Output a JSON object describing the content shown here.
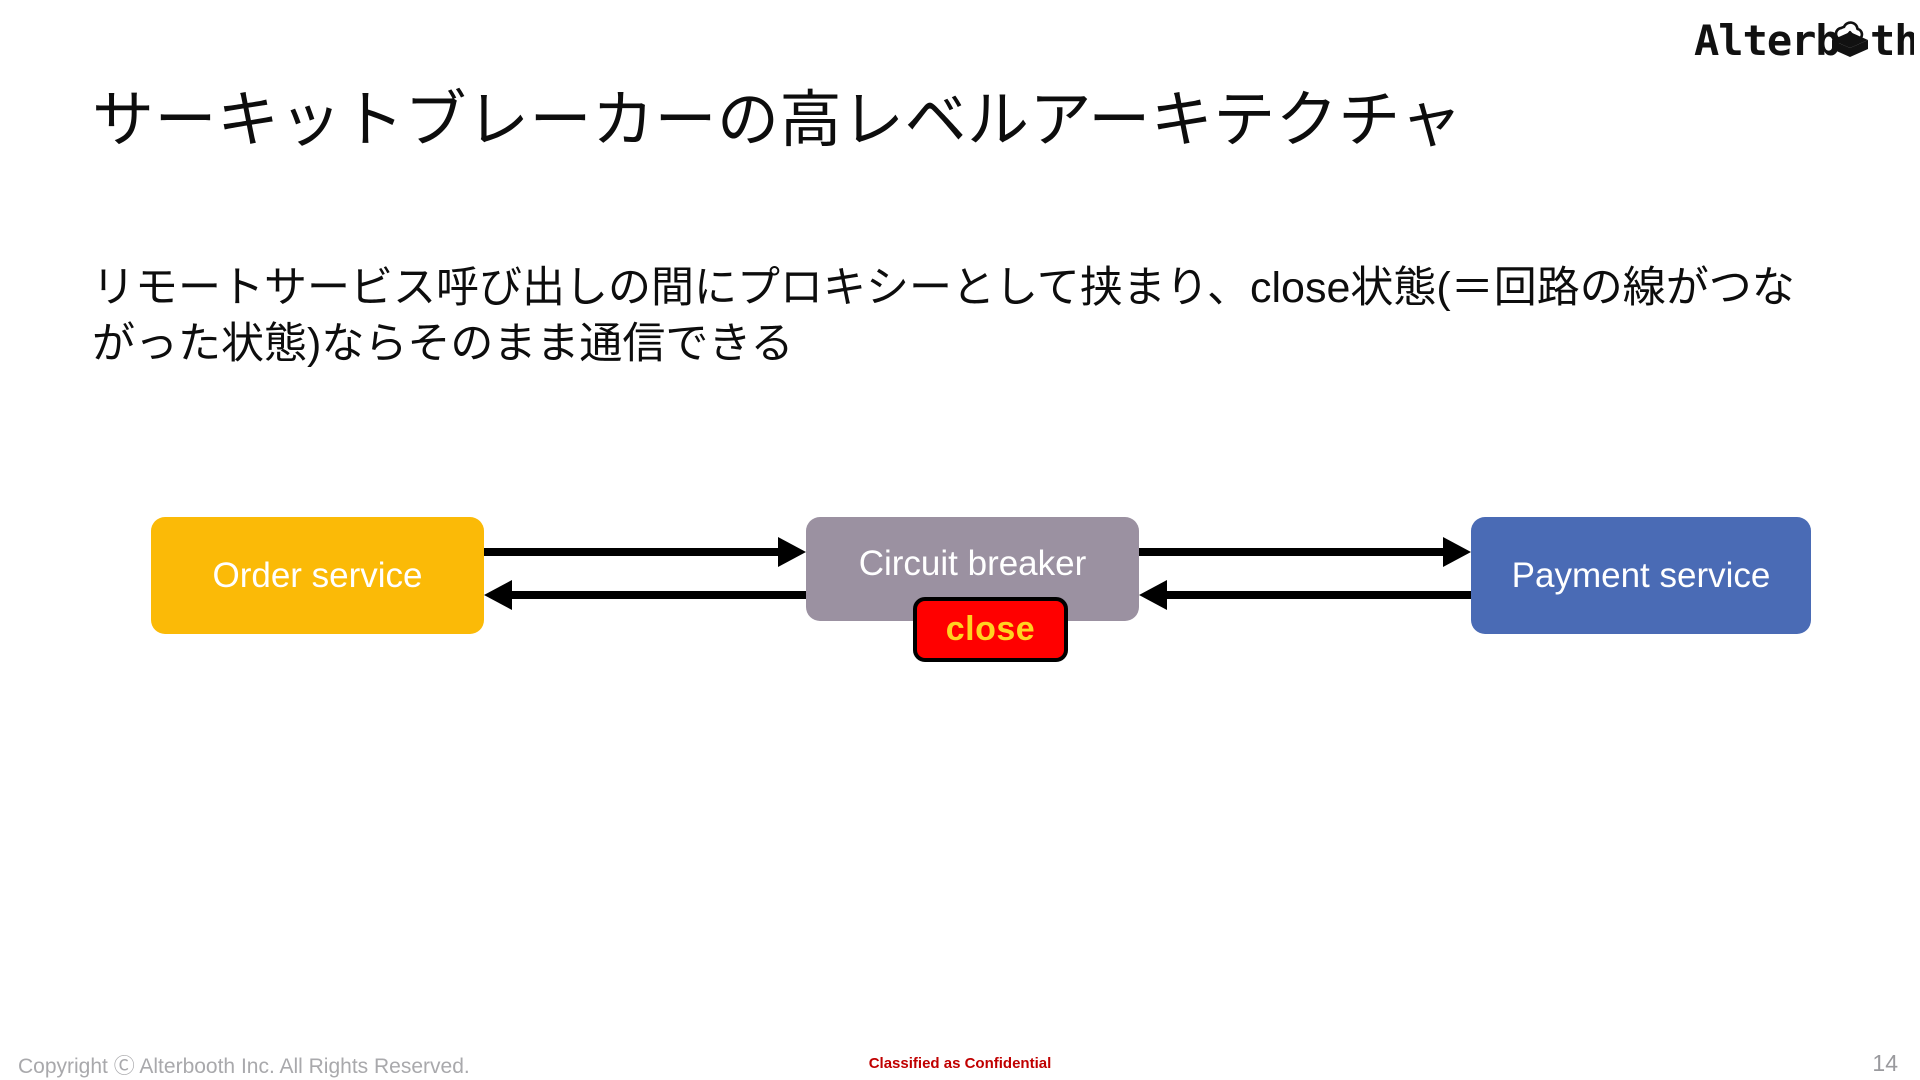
{
  "slide": {
    "title": "サーキットブレーカーの高レベルアーキテクチャ",
    "body_text": "リモートサービス呼び出しの間にプロキシーとして挟まり、close状態(＝回路の線がつながった状態)ならそのまま通信できる",
    "background_color": "#FFFFFF",
    "title_color": "#0D0D0D"
  },
  "logo": {
    "text_left": "Alterb",
    "text_right": "th",
    "full_name": "Alterbooth",
    "icon": "cube-cloud-icon",
    "color": "#111111"
  },
  "diagram": {
    "type": "flow",
    "nodes": [
      {
        "id": "order-service",
        "label": "Order service",
        "fill": "#FBBA07",
        "text_color": "#FFFFFF"
      },
      {
        "id": "circuit-breaker",
        "label": "Circuit breaker",
        "fill": "#9B91A1",
        "text_color": "#FFFFFF"
      },
      {
        "id": "payment-service",
        "label": "Payment service",
        "fill": "#4A6BB5",
        "text_color": "#FFFFFF"
      }
    ],
    "badge": {
      "id": "close-state-badge",
      "label": "close",
      "fill": "#FF0000",
      "text_color": "#FFD320",
      "border_color": "#000000"
    },
    "connectors": [
      {
        "id": "order-to-breaker",
        "from": "order-service",
        "to": "circuit-breaker",
        "direction": "right"
      },
      {
        "id": "breaker-to-order",
        "from": "circuit-breaker",
        "to": "order-service",
        "direction": "left"
      },
      {
        "id": "breaker-to-payment",
        "from": "circuit-breaker",
        "to": "payment-service",
        "direction": "right"
      },
      {
        "id": "payment-to-breaker",
        "from": "payment-service",
        "to": "circuit-breaker",
        "direction": "left"
      }
    ],
    "connector_color": "#000000"
  },
  "footer": {
    "copyright": "Copyright Ⓒ Alterbooth Inc. All Rights Reserved.",
    "classification": "Classified as Confidential",
    "page_number": "14",
    "copyright_color": "#A9A9AC",
    "classification_color": "#C00000",
    "page_number_color": "#9A9A9E"
  }
}
